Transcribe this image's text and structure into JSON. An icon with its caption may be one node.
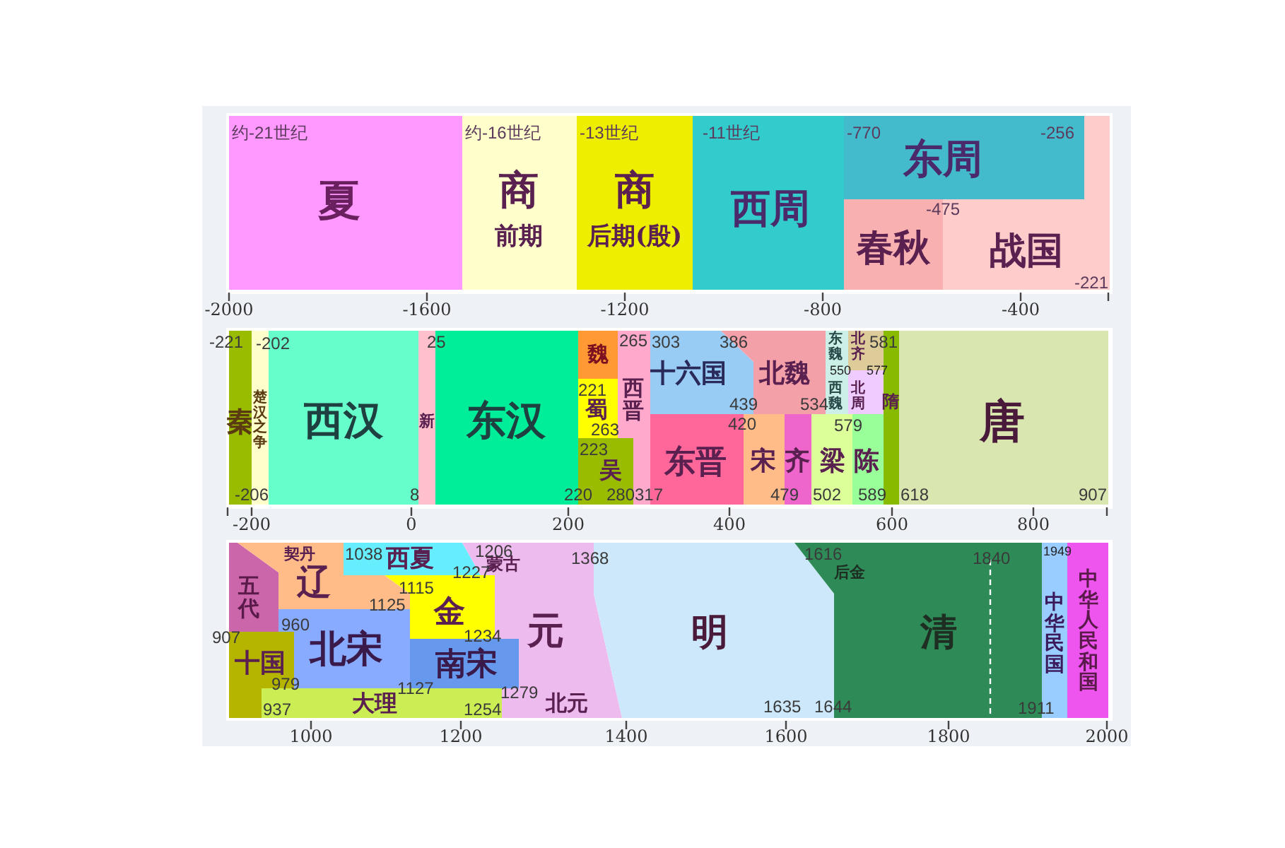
{
  "diagram": {
    "nodes": [
      {
        "text": [
          "夏"
        ]
      },
      {
        "text": [
          "商",
          "前期"
        ]
      },
      {
        "text": [
          "商",
          "后期(殷)"
        ]
      },
      {
        "text": [
          "西周"
        ]
      },
      {
        "text": [
          "东周"
        ]
      },
      {
        "text": [
          "春秋"
        ]
      },
      {
        "text": [
          "战国"
        ]
      },
      {
        "text": [
          "秦"
        ]
      },
      {
        "text": [
          "楚汉之争"
        ]
      },
      {
        "text": [
          "西汉"
        ]
      },
      {
        "text": [
          "新"
        ]
      },
      {
        "text": [
          "东汉"
        ]
      },
      {
        "text": [
          "魏"
        ]
      },
      {
        "text": [
          "蜀"
        ]
      },
      {
        "text": [
          "吴"
        ]
      },
      {
        "text": [
          "西晋"
        ]
      },
      {
        "text": [
          "十六国"
        ]
      },
      {
        "text": [
          "北魏"
        ]
      },
      {
        "text": [
          "东魏"
        ]
      },
      {
        "text": [
          "西魏"
        ]
      },
      {
        "text": [
          "北齐"
        ]
      },
      {
        "text": [
          "北周"
        ]
      },
      {
        "text": [
          "隋"
        ]
      },
      {
        "text": [
          "东晋"
        ]
      },
      {
        "text": [
          "宋"
        ]
      },
      {
        "text": [
          "齐"
        ]
      },
      {
        "text": [
          "梁"
        ]
      },
      {
        "text": [
          "陈"
        ]
      },
      {
        "text": [
          "唐"
        ]
      },
      {
        "text": [
          "五代"
        ]
      },
      {
        "text": [
          "十国"
        ]
      },
      {
        "text": [
          "契丹",
          "辽"
        ]
      },
      {
        "text": [
          "西夏"
        ]
      },
      {
        "text": [
          "金"
        ]
      },
      {
        "text": [
          "北宋"
        ]
      },
      {
        "text": [
          "南宋"
        ]
      },
      {
        "text": [
          "大理"
        ]
      },
      {
        "text": [
          "蒙古",
          "元",
          "北元"
        ]
      },
      {
        "text": [
          "明"
        ]
      },
      {
        "text": [
          "后金",
          "清"
        ]
      },
      {
        "text": [
          "中华民国"
        ]
      },
      {
        "text": [
          "中华人民和国"
        ]
      }
    ],
    "labels": [
      "约-21世纪",
      "约-16世纪",
      "-13世纪",
      "-11世纪",
      "-770",
      "-256",
      "-475",
      "-221",
      "-2000",
      "-1600",
      "-1200",
      "-800",
      "-400",
      "-221",
      "-202",
      "25",
      "265",
      "303",
      "386",
      "581",
      "550",
      "577",
      "221",
      "439",
      "534",
      "263",
      "420",
      "579",
      "223",
      "-206",
      "8",
      "220",
      "280",
      "317",
      "479",
      "502",
      "589",
      "618",
      "907",
      "-200",
      "0",
      "200",
      "400",
      "600",
      "800",
      "1038",
      "1206",
      "1368",
      "1227",
      "1115",
      "1125",
      "960",
      "907",
      "1234",
      "979",
      "1127",
      "1279",
      "937",
      "1254",
      "1616",
      "1840",
      "1949",
      "1635",
      "1644",
      "1911",
      "1000",
      "1200",
      "1400",
      "1600",
      "1800",
      "2000"
    ]
  }
}
